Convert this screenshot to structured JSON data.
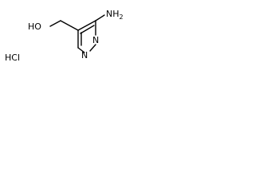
{
  "molecule": {
    "atoms": {
      "oh": "HO",
      "amine_main": "NH",
      "amine_sub": "2",
      "ring_n_top": "N",
      "ring_n_bottom": "N",
      "salt": "HCl"
    },
    "colors": {
      "bond": "#000000",
      "text": "#000000",
      "background": "#ffffff"
    }
  }
}
